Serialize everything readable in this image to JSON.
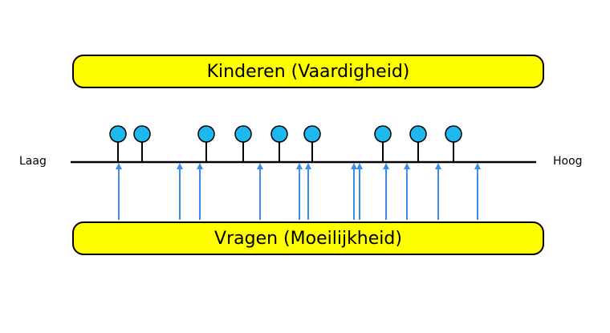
{
  "title_top": "Kinderen (Vaardigheid)",
  "title_bottom": "Vragen (Moeilijkheid)",
  "scale": {
    "low_label": "Laag",
    "high_label": "Hoog"
  },
  "colors": {
    "band_fill": "#ffff00",
    "marker_fill": "#1fb8ee",
    "arrow": "#3a8ee6",
    "line": "#000000"
  },
  "children_ability_positions": [
    147,
    177,
    257,
    303,
    348,
    389,
    477,
    521,
    565
  ],
  "question_difficulty_positions": [
    148,
    224,
    249,
    324,
    373,
    384,
    441,
    448,
    481,
    507,
    546,
    595
  ]
}
